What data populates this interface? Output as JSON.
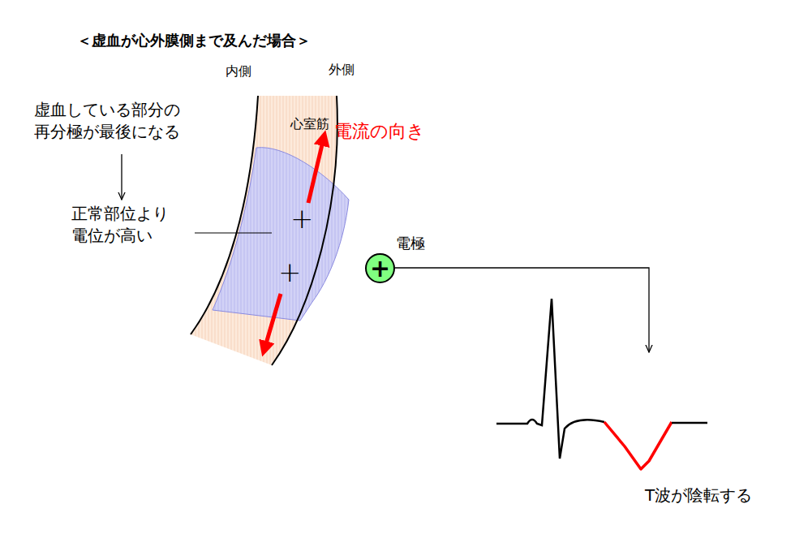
{
  "diagram": {
    "title": "＜虚血が心外膜側まで及んだ場合＞",
    "nodes": [
      {
        "text": [
          "+",
          "電極"
        ]
      }
    ],
    "labels": [
      "内側",
      "外側",
      "心室筋",
      "電流の向き",
      "虚血している部分の 再分極が最後になる",
      "正常部位より 電位が高い",
      "+",
      "+",
      "T波が陰転する"
    ]
  }
}
